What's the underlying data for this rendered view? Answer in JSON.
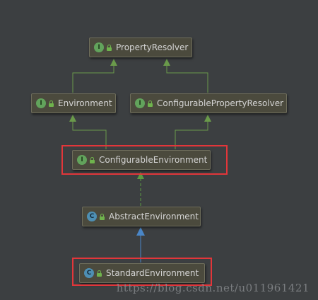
{
  "colors": {
    "background": "#3c3f41",
    "node_fill": "#4b4a3d",
    "node_border": "#6e6d5b",
    "extends_edge": "#6a9a4b",
    "implements_edge": "#5c9a42",
    "class_extends_edge": "#4a86c7",
    "highlight": "#e2363a",
    "interface_badge": "#62a35c",
    "class_badge": "#4e8fb3"
  },
  "legend": {
    "interface_badge_letter": "I",
    "class_badge_letter": "C"
  },
  "nodes": {
    "property_resolver": {
      "label": "PropertyResolver",
      "kind": "interface",
      "icon": "interface-icon"
    },
    "environment": {
      "label": "Environment",
      "kind": "interface",
      "icon": "interface-icon"
    },
    "configurable_property_resolver": {
      "label": "ConfigurablePropertyResolver",
      "kind": "interface",
      "icon": "interface-icon"
    },
    "configurable_environment": {
      "label": "ConfigurableEnvironment",
      "kind": "interface",
      "icon": "interface-icon",
      "highlighted": true
    },
    "abstract_environment": {
      "label": "AbstractEnvironment",
      "kind": "class",
      "icon": "class-icon"
    },
    "standard_environment": {
      "label": "StandardEnvironment",
      "kind": "class",
      "icon": "class-icon",
      "highlighted": true
    }
  },
  "edges": [
    {
      "from": "environment",
      "to": "property_resolver",
      "type": "extends"
    },
    {
      "from": "configurable_property_resolver",
      "to": "property_resolver",
      "type": "extends"
    },
    {
      "from": "configurable_environment",
      "to": "environment",
      "type": "extends"
    },
    {
      "from": "configurable_environment",
      "to": "configurable_property_resolver",
      "type": "extends"
    },
    {
      "from": "abstract_environment",
      "to": "configurable_environment",
      "type": "implements"
    },
    {
      "from": "standard_environment",
      "to": "abstract_environment",
      "type": "class-extends"
    }
  ],
  "watermark": "https://blog.csdn.net/u011961421"
}
